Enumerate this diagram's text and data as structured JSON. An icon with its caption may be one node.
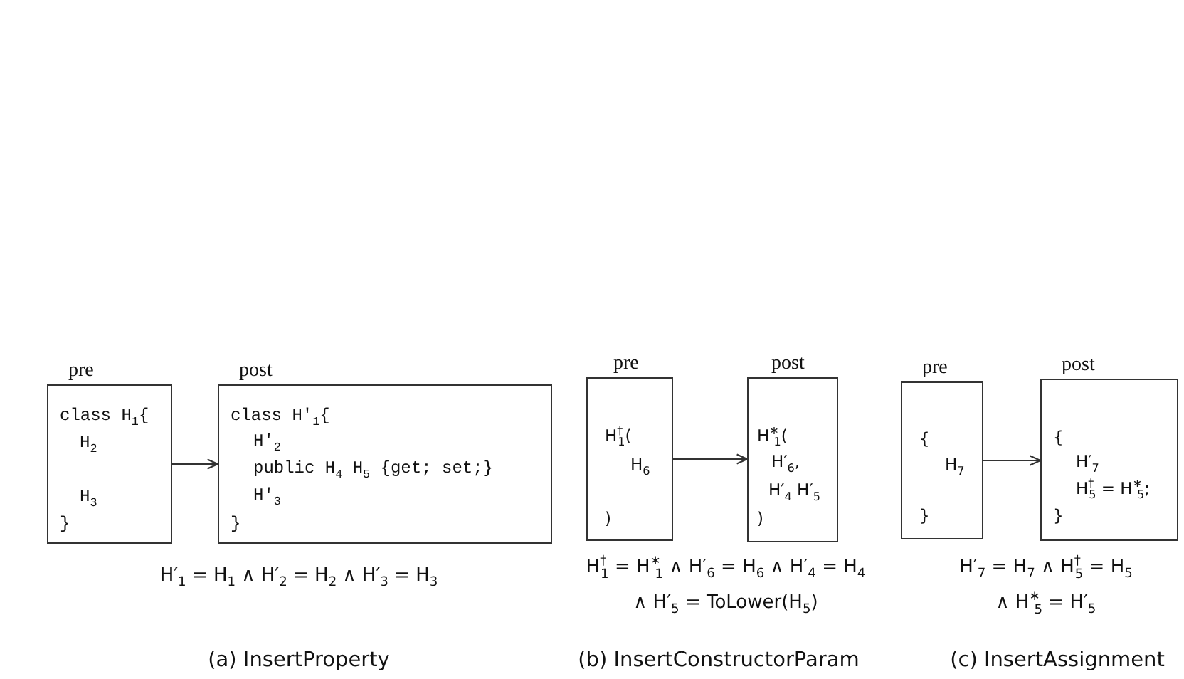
{
  "diagram": {
    "nodes": [
      {
        "text": [
          "pre",
          "class H$_{1}${",
          "H$_{2}$",
          "H$_{3}$",
          "}"
        ]
      },
      {
        "text": [
          "post",
          "class H′$_{1}${",
          "H′$_{2}$",
          "public H$_{4}$ H$_{5}$ {get; set;}",
          "H′$_{3}$",
          "}"
        ]
      },
      {
        "text": [
          "pre",
          "H$^{†}$$_{1}$(",
          "H$_{6}$",
          ")"
        ]
      },
      {
        "text": [
          "post",
          "H$^{∗}$$_{1}$(",
          "H′$_{6}$,",
          "H′$_{4}$ H′$_{5}$",
          ")"
        ]
      },
      {
        "text": [
          "pre",
          "{",
          "H$_{7}$",
          "}"
        ]
      },
      {
        "text": [
          "post",
          "{",
          "H′$_{7}$",
          "H$^{†}$$_{5}$ = H$^{∗}$$_{5}$;",
          "}"
        ]
      }
    ],
    "edges": [
      {
        "from": 0,
        "to": 1,
        "arrow": "to"
      },
      {
        "from": 2,
        "to": 3,
        "arrow": "to"
      },
      {
        "from": 4,
        "to": 5,
        "arrow": "to"
      }
    ],
    "labels": [
      "H′$_{1}$ = H$_{1}$ ∧ H′$_{2}$ = H$_{2}$ ∧ H′$_{3}$ = H$_{3}$",
      "H$^{†}$$_{1}$ = H$^{∗}$$_{1}$ ∧ H′$_{6}$ = H$_{6}$ ∧ H′$_{4}$ = H$_{4}$",
      "∧ H′$_{5}$ = ToLower(H$_{5}$)",
      "H′$_{7}$ = H$_{7}$ ∧ H$^{†}$$_{5}$ = H$_{5}$",
      "∧ H$^{∗}$$_{5}$ = H′$_{5}$",
      "(a) InsertProperty",
      "(b) InsertConstructorParam",
      "(c) InsertAssignment"
    ]
  }
}
